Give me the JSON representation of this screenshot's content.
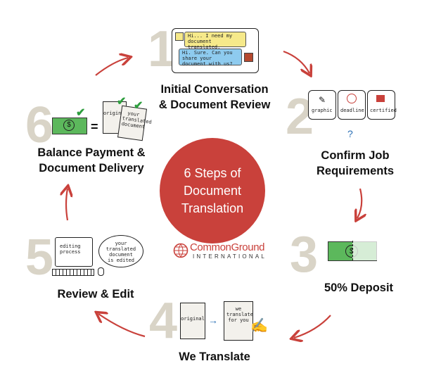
{
  "center": {
    "line1": "6 Steps of",
    "line2": "Document",
    "line3": "Translation"
  },
  "logo": {
    "name": "CommonGround",
    "sub": "INTERNATIONAL"
  },
  "steps": [
    {
      "number": "1",
      "line1": "Initial Conversation",
      "line2": "& Document Review",
      "chat_a": "Hi... I need my document translated.",
      "chat_b": "Hi. Sure. Can you share your document with us?"
    },
    {
      "number": "2",
      "line1": "Confirm Job",
      "line2": "Requirements",
      "icons": [
        "graphic",
        "deadline",
        "certified"
      ],
      "question": "?"
    },
    {
      "number": "3",
      "line1": "50% Deposit"
    },
    {
      "number": "4",
      "line1": "We Translate",
      "doc_a": "original",
      "doc_b": "we translate for you"
    },
    {
      "number": "5",
      "line1": "Review & Edit",
      "screen": "editing process",
      "bubble": "your translated document is edited"
    },
    {
      "number": "6",
      "line1": "Balance Payment &",
      "line2": "Document Delivery",
      "equals": "=",
      "doc_a": "original",
      "doc_b": "your translated document"
    }
  ],
  "colors": {
    "accent": "#c9413b",
    "number": "#d9d4c7",
    "money": "#5cb85c",
    "chat_blue": "#8ecbef",
    "chat_yellow": "#f6e98a"
  }
}
